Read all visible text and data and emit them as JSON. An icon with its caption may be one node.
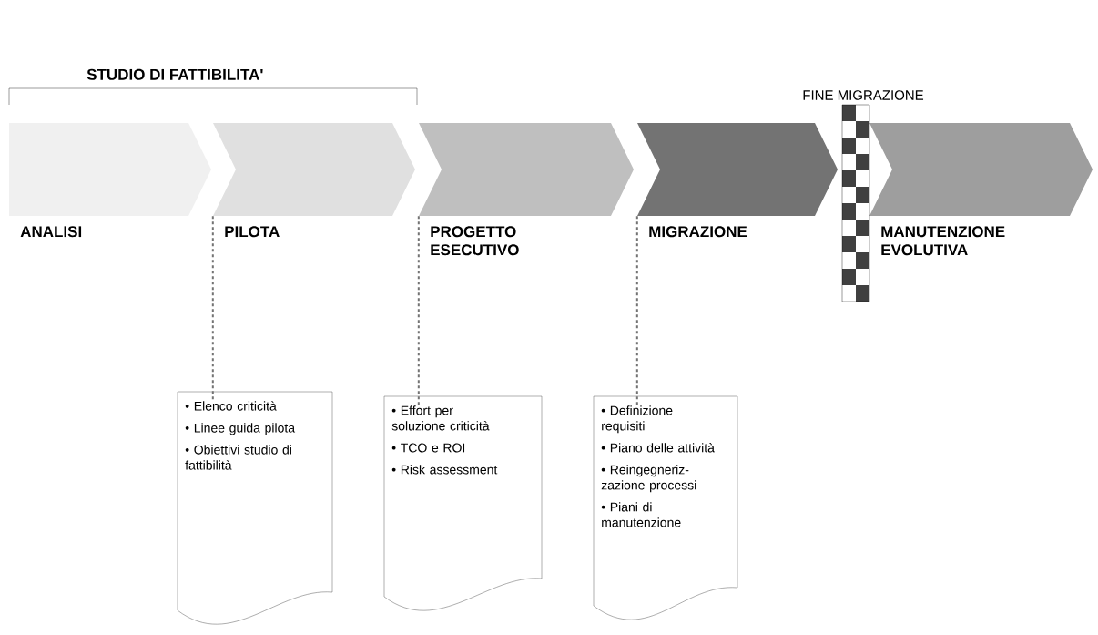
{
  "diagram": {
    "nodes": [
      {
        "text": [
          "ANALISI"
        ]
      },
      {
        "text": [
          "PILOTA"
        ]
      },
      {
        "text": [
          "PROGETTO ESECUTIVO"
        ]
      },
      {
        "text": [
          "MIGRAZIONE"
        ]
      },
      {
        "text": [
          "MANUTENZIONE EVOLUTIVA"
        ]
      },
      {
        "text": [
          "FINE MIGRAZIONE"
        ]
      },
      {
        "text": [
          "• Elenco criticità",
          "• Linee guida pilota",
          "• Obiettivi studio di fattibilità"
        ]
      },
      {
        "text": [
          "• Effort per soluzione criticità",
          "• TCO e ROI",
          "• Risk assessment"
        ]
      },
      {
        "text": [
          "• Definizione requisiti",
          "• Piano delle attività",
          "• Reingegneriz- zazione processi",
          "• Piani di manutenzione"
        ]
      }
    ],
    "edges": [
      {
        "from": 1,
        "to": 6,
        "arrow": "none",
        "style": "dashed"
      },
      {
        "from": 2,
        "to": 7,
        "arrow": "none",
        "style": "dashed"
      },
      {
        "from": 3,
        "to": 8,
        "arrow": "none",
        "style": "dashed"
      }
    ],
    "labels": [
      "STUDIO DI FATTIBILITA'"
    ]
  }
}
